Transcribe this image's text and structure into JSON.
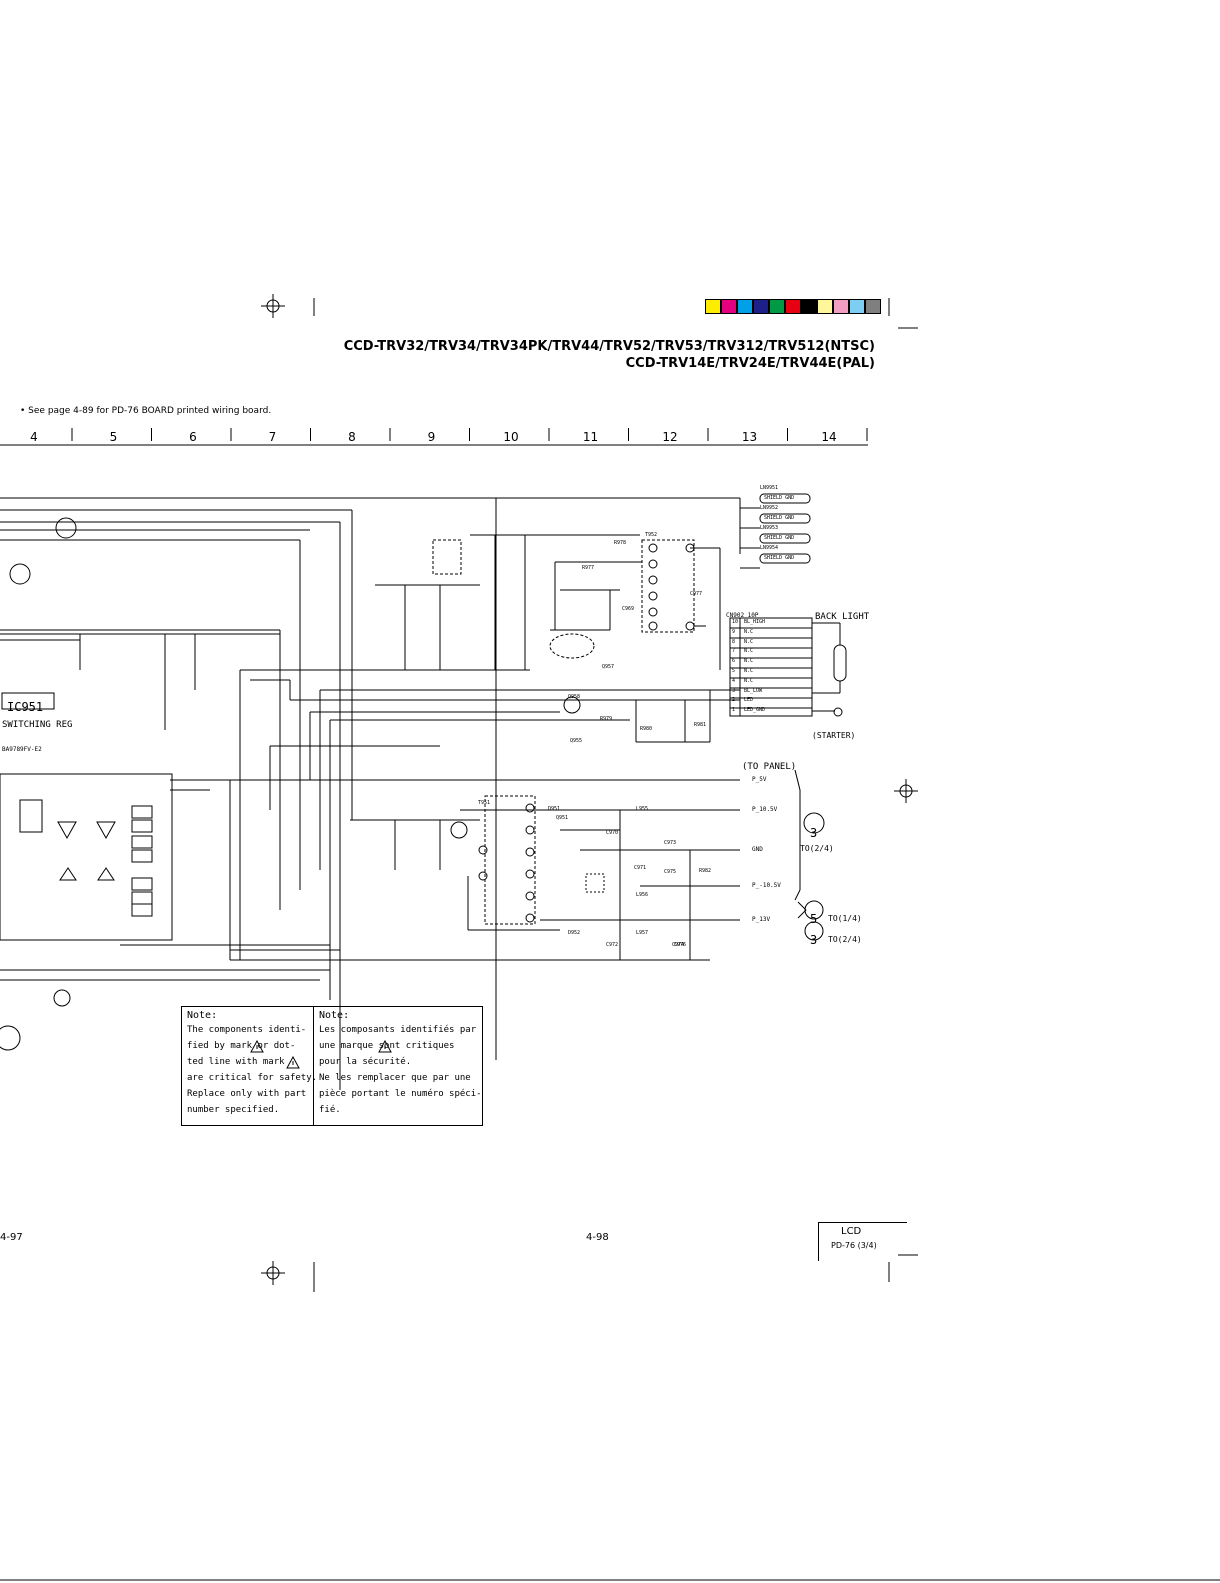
{
  "header": {
    "model_line1": "CCD-TRV32/TRV34/TRV34PK/TRV44/TRV52/TRV53/TRV312/TRV512(NTSC)",
    "model_line2": "CCD-TRV14E/TRV24E/TRV44E(PAL)",
    "see_note": "• See page 4-89 for PD-76 BOARD printed wiring board."
  },
  "color_bar": [
    "#ffed00",
    "#e4007f",
    "#00a0e9",
    "#1d2088",
    "#009944",
    "#e60012",
    "#000000",
    "#fff799",
    "#f19ec2",
    "#7ecef4",
    "#7f7f7f"
  ],
  "ruler": {
    "columns": [
      "4",
      "5",
      "6",
      "7",
      "8",
      "9",
      "10",
      "11",
      "12",
      "13",
      "14"
    ]
  },
  "schematic": {
    "ic_label": "IC951",
    "ic_function": "SWITCHING REG",
    "ic_part": "BA9789FV-E2",
    "connector": "CN902 10P",
    "back_light": "BACK LIGHT",
    "starter": "(STARTER)",
    "to_panel": "(TO PANEL)",
    "pins": [
      "BL_HIGH",
      "N.C",
      "N.C",
      "N.C",
      "N.C",
      "N.C",
      "N.C",
      "BL_LOW",
      "LED",
      "LED_GND"
    ],
    "pin_numbers": [
      "10",
      "9",
      "8",
      "7",
      "6",
      "5",
      "4",
      "3",
      "2",
      "1"
    ],
    "shield_labels": [
      "LN9951",
      "LN9952",
      "LN9953",
      "LN9954"
    ],
    "shield_text": "SHIELD GND",
    "outputs": [
      "P_5V",
      "P_10.5V",
      "GND",
      "P_-10.5V",
      "P_13V"
    ],
    "refs": [
      {
        "num": "3",
        "text": "TO(2/4)"
      },
      {
        "num": "5",
        "text": "TO(1/4)"
      },
      {
        "num": "3",
        "text": "TO(2/4)"
      }
    ],
    "component_labels": [
      "T952",
      "T951",
      "Q958",
      "Q951",
      "Q955",
      "Q957",
      "D952",
      "D951",
      "L955",
      "L956",
      "L957",
      "C977",
      "C969",
      "C970",
      "C971",
      "C972",
      "C973",
      "C974",
      "C975",
      "C976",
      "R980",
      "R981",
      "R982",
      "R979",
      "R977",
      "R978"
    ]
  },
  "notes": {
    "en_title": "Note:",
    "en_lines": [
      "The components identi-",
      "fied by mark   or dot-",
      "ted line with mark",
      "are critical for safety.",
      "Replace only with part",
      "number specified."
    ],
    "fr_title": "Note:",
    "fr_lines": [
      "Les composants identifiés par",
      "une marque    sont critiques",
      "pour la sécurité.",
      "Ne les remplacer  que par une",
      "pièce portant le numéro spéci-",
      "fié."
    ]
  },
  "footer": {
    "page_left": "4-97",
    "page_center": "4-98",
    "section": "LCD",
    "board": "PD-76 (3/4)"
  }
}
